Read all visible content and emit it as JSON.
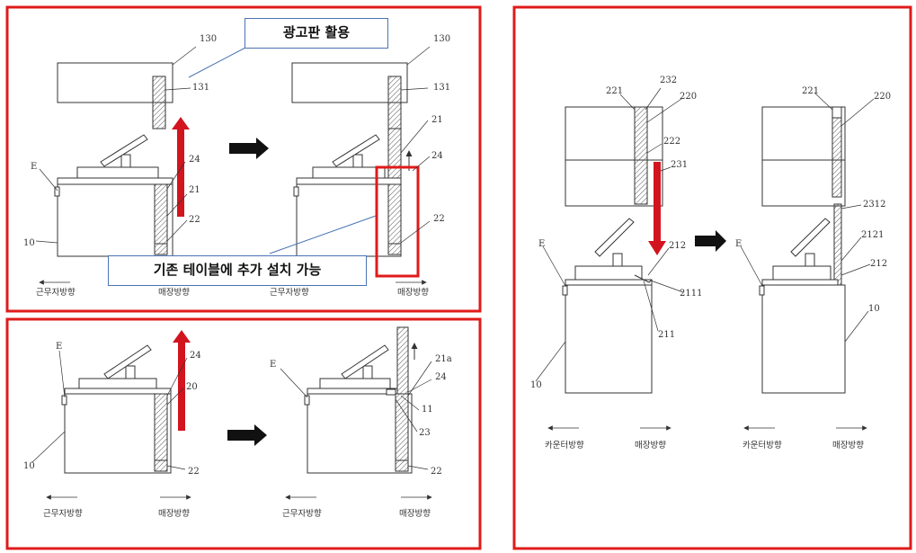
{
  "callouts": {
    "billboard": "광고판 활용",
    "existing_table": "기존 테이블에 추가 설치 가능"
  },
  "panel_a": {
    "labels": {
      "l130a": "130",
      "l131a": "131",
      "l24a": "24",
      "l21a": "21",
      "l22a": "22",
      "lEa": "E",
      "l10a": "10",
      "l130b": "130",
      "l131b": "131",
      "l21b": "21",
      "l24b": "24",
      "l22b": "22"
    },
    "dir_left_a": "근무자방향",
    "dir_right_a": "매장방향",
    "dir_left_b": "근무자방향",
    "dir_right_b": "매장방향"
  },
  "panel_b": {
    "labels": {
      "lE1": "E",
      "l24": "24",
      "l20": "20",
      "l10": "10",
      "l22": "22",
      "lE2": "E",
      "l21a": "21a",
      "l24b": "24",
      "l11": "11",
      "l23": "23",
      "l22b": "22"
    },
    "dir_left_a": "근무자방향",
    "dir_right_a": "매장방향",
    "dir_left_b": "근무자방향",
    "dir_right_b": "매장방향"
  },
  "panel_c": {
    "labels": {
      "l221": "221",
      "l232": "232",
      "l220": "220",
      "l222": "222",
      "l231": "231",
      "l212": "212",
      "lE": "E",
      "l2111": "2111",
      "l211": "211",
      "l10": "10",
      "l221b": "221",
      "l220b": "220",
      "l2312": "2312",
      "l2121": "2121",
      "l212b": "212",
      "lEb": "E",
      "l10b": "10"
    },
    "dir_left_a": "카운터방향",
    "dir_right_a": "매장방향",
    "dir_left_b": "카운터방향",
    "dir_right_b": "매장방향"
  },
  "colors": {
    "frame": "#e01b1b",
    "arrow": "#d2141e",
    "callout_border": "#4a74b4"
  },
  "icons": [
    "right-arrow-icon",
    "up-arrow-icon",
    "down-arrow-icon"
  ]
}
